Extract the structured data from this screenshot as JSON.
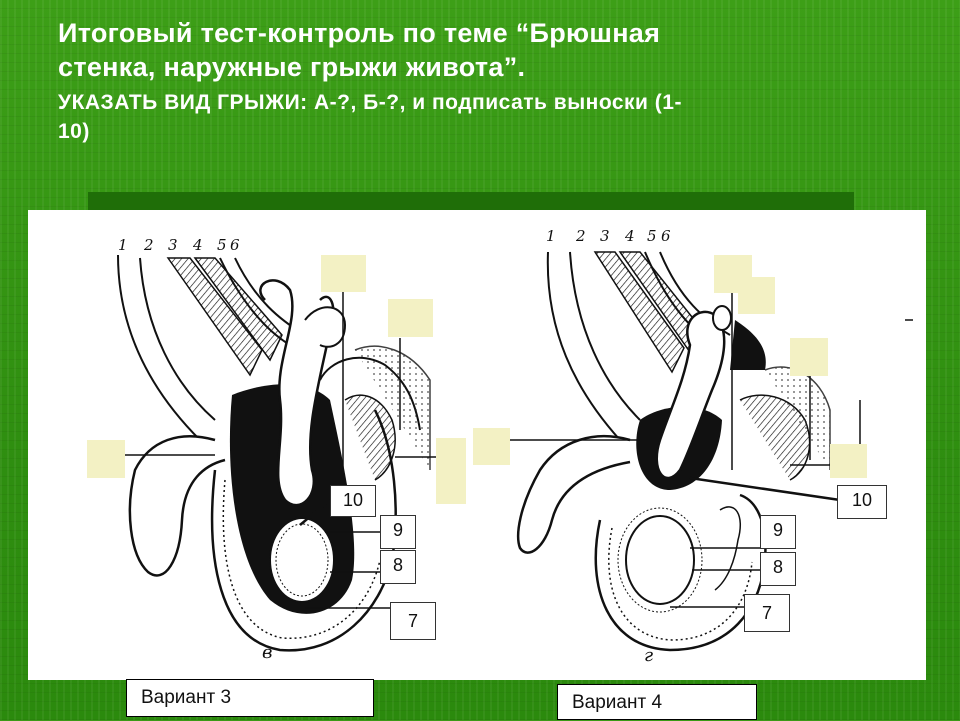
{
  "slide": {
    "title_line1": "Итоговый тест-контроль по теме “Брюшная",
    "title_line2": "стенка, наружные грыжи живота”.",
    "task_line1": "УКАЗАТЬ ВИД ГРЫЖИ: А-?, Б-?, и подписать выноски (1-",
    "task_line2": "10)"
  },
  "left_figure": {
    "letter": "в",
    "layer_numbers": [
      "1",
      "2",
      "3",
      "4",
      "5",
      "6"
    ],
    "callouts": {
      "c10": "10",
      "c9": "9",
      "c8": "8",
      "c7": "7"
    },
    "variant_label": "Вариант 3"
  },
  "right_figure": {
    "letter": "г",
    "layer_numbers": [
      "1",
      "2",
      "3",
      "4",
      "5",
      "6"
    ],
    "callouts": {
      "c10": "10",
      "c9": "9",
      "c8": "8",
      "c7": "7"
    },
    "variant_label": "Вариант 4"
  },
  "colors": {
    "background": "#3a9a16",
    "panel": "#ffffff",
    "answer_box": "#f3f1c4",
    "text": "#ffffff"
  }
}
